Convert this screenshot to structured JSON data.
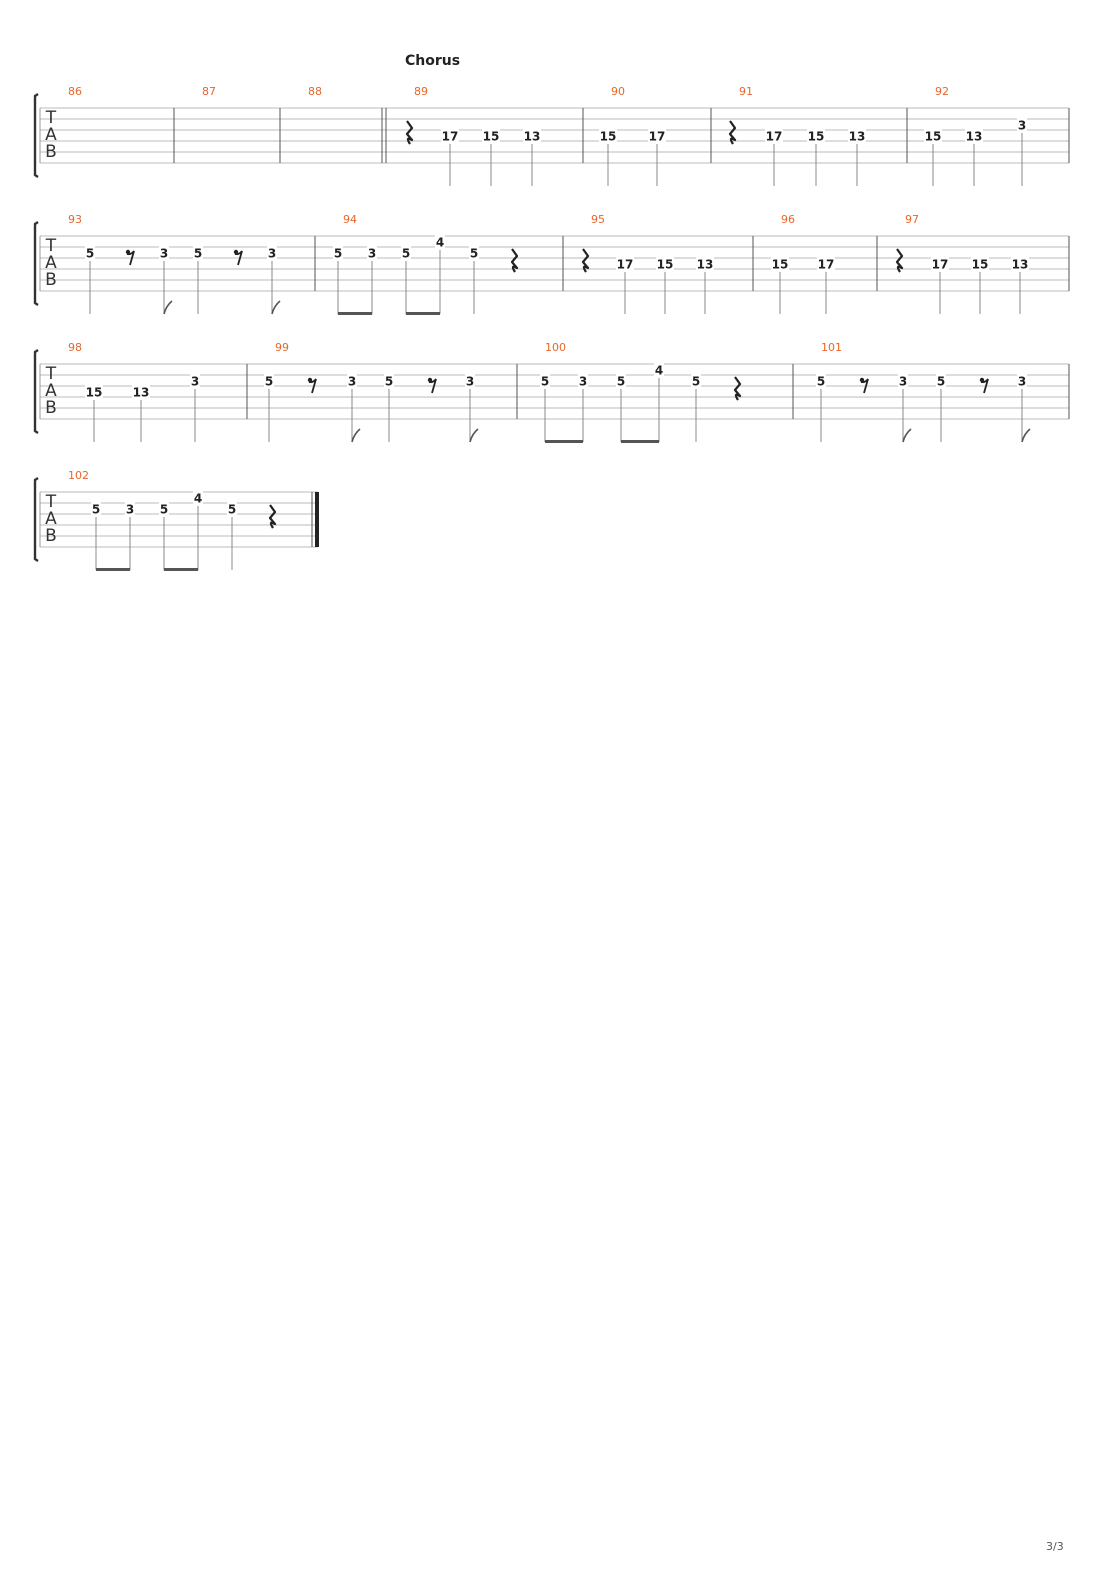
{
  "section_label": "Chorus",
  "page_number": "3/3",
  "systems": [
    {
      "clef": [
        "T",
        "A",
        "B"
      ],
      "measures": [
        {
          "number": "86",
          "notes": []
        },
        {
          "number": "87",
          "notes": []
        },
        {
          "number": "88",
          "notes": []
        },
        {
          "number": "89",
          "notes": [
            {
              "type": "rest",
              "duration": "quarter"
            },
            {
              "fret": "17",
              "string": 3,
              "duration": "quarter"
            },
            {
              "fret": "15",
              "string": 3,
              "duration": "quarter"
            },
            {
              "fret": "13",
              "string": 3,
              "duration": "quarter"
            }
          ]
        },
        {
          "number": "90",
          "notes": [
            {
              "fret": "15",
              "string": 3,
              "duration": "quarter"
            },
            {
              "fret": "17",
              "string": 3,
              "duration": "quarter"
            }
          ]
        },
        {
          "number": "91",
          "notes": [
            {
              "type": "rest",
              "duration": "quarter"
            },
            {
              "fret": "17",
              "string": 3,
              "duration": "quarter"
            },
            {
              "fret": "15",
              "string": 3,
              "duration": "quarter"
            },
            {
              "fret": "13",
              "string": 3,
              "duration": "quarter"
            }
          ]
        },
        {
          "number": "92",
          "notes": [
            {
              "fret": "15",
              "string": 3,
              "duration": "quarter"
            },
            {
              "fret": "13",
              "string": 3,
              "duration": "quarter"
            },
            {
              "fret": "3",
              "string": 2,
              "duration": "quarter"
            }
          ]
        }
      ]
    },
    {
      "clef": [
        "T",
        "A",
        "B"
      ],
      "measures": [
        {
          "number": "93",
          "notes": [
            {
              "fret": "5",
              "string": 2,
              "duration": "quarter"
            },
            {
              "type": "rest",
              "duration": "eighth"
            },
            {
              "fret": "3",
              "string": 2,
              "duration": "eighth"
            },
            {
              "fret": "5",
              "string": 2,
              "duration": "quarter"
            },
            {
              "type": "rest",
              "duration": "eighth"
            },
            {
              "fret": "3",
              "string": 2,
              "duration": "eighth"
            }
          ]
        },
        {
          "number": "94",
          "notes": [
            {
              "fret": "5",
              "string": 2,
              "duration": "eighth",
              "beam": "start"
            },
            {
              "fret": "3",
              "string": 2,
              "duration": "eighth",
              "beam": "end"
            },
            {
              "fret": "5",
              "string": 2,
              "duration": "eighth",
              "beam": "start"
            },
            {
              "fret": "4",
              "string": 1,
              "duration": "eighth",
              "beam": "end"
            },
            {
              "fret": "5",
              "string": 2,
              "duration": "quarter"
            },
            {
              "type": "rest",
              "duration": "quarter"
            }
          ]
        },
        {
          "number": "95",
          "notes": [
            {
              "type": "rest",
              "duration": "quarter"
            },
            {
              "fret": "17",
              "string": 3,
              "duration": "quarter"
            },
            {
              "fret": "15",
              "string": 3,
              "duration": "quarter"
            },
            {
              "fret": "13",
              "string": 3,
              "duration": "quarter"
            }
          ]
        },
        {
          "number": "96",
          "notes": [
            {
              "fret": "15",
              "string": 3,
              "duration": "quarter"
            },
            {
              "fret": "17",
              "string": 3,
              "duration": "quarter"
            }
          ]
        },
        {
          "number": "97",
          "notes": [
            {
              "type": "rest",
              "duration": "quarter"
            },
            {
              "fret": "17",
              "string": 3,
              "duration": "quarter"
            },
            {
              "fret": "15",
              "string": 3,
              "duration": "quarter"
            },
            {
              "fret": "13",
              "string": 3,
              "duration": "quarter"
            }
          ]
        }
      ]
    },
    {
      "clef": [
        "T",
        "A",
        "B"
      ],
      "measures": [
        {
          "number": "98",
          "notes": [
            {
              "fret": "15",
              "string": 3,
              "duration": "quarter"
            },
            {
              "fret": "13",
              "string": 3,
              "duration": "quarter"
            },
            {
              "fret": "3",
              "string": 2,
              "duration": "quarter"
            }
          ]
        },
        {
          "number": "99",
          "notes": [
            {
              "fret": "5",
              "string": 2,
              "duration": "quarter"
            },
            {
              "type": "rest",
              "duration": "eighth"
            },
            {
              "fret": "3",
              "string": 2,
              "duration": "eighth"
            },
            {
              "fret": "5",
              "string": 2,
              "duration": "quarter"
            },
            {
              "type": "rest",
              "duration": "eighth"
            },
            {
              "fret": "3",
              "string": 2,
              "duration": "eighth"
            }
          ]
        },
        {
          "number": "100",
          "notes": [
            {
              "fret": "5",
              "string": 2,
              "duration": "eighth",
              "beam": "start"
            },
            {
              "fret": "3",
              "string": 2,
              "duration": "eighth",
              "beam": "end"
            },
            {
              "fret": "5",
              "string": 2,
              "duration": "eighth",
              "beam": "start"
            },
            {
              "fret": "4",
              "string": 1,
              "duration": "eighth",
              "beam": "end"
            },
            {
              "fret": "5",
              "string": 2,
              "duration": "quarter"
            },
            {
              "type": "rest",
              "duration": "quarter"
            }
          ]
        },
        {
          "number": "101",
          "notes": [
            {
              "fret": "5",
              "string": 2,
              "duration": "quarter"
            },
            {
              "type": "rest",
              "duration": "eighth"
            },
            {
              "fret": "3",
              "string": 2,
              "duration": "eighth"
            },
            {
              "fret": "5",
              "string": 2,
              "duration": "quarter"
            },
            {
              "type": "rest",
              "duration": "eighth"
            },
            {
              "fret": "3",
              "string": 2,
              "duration": "eighth"
            }
          ]
        }
      ]
    },
    {
      "clef": [
        "T",
        "A",
        "B"
      ],
      "measures": [
        {
          "number": "102",
          "notes": [
            {
              "fret": "5",
              "string": 2,
              "duration": "eighth",
              "beam": "start"
            },
            {
              "fret": "3",
              "string": 2,
              "duration": "eighth",
              "beam": "end"
            },
            {
              "fret": "5",
              "string": 2,
              "duration": "eighth",
              "beam": "start"
            },
            {
              "fret": "4",
              "string": 1,
              "duration": "eighth",
              "beam": "end"
            },
            {
              "fret": "5",
              "string": 2,
              "duration": "quarter"
            },
            {
              "type": "rest",
              "duration": "quarter"
            }
          ]
        }
      ]
    }
  ],
  "colors": {
    "measure_number": "#e8662a",
    "staff_line": "#bbbbbb",
    "ink": "#222222",
    "stem": "#888888"
  }
}
